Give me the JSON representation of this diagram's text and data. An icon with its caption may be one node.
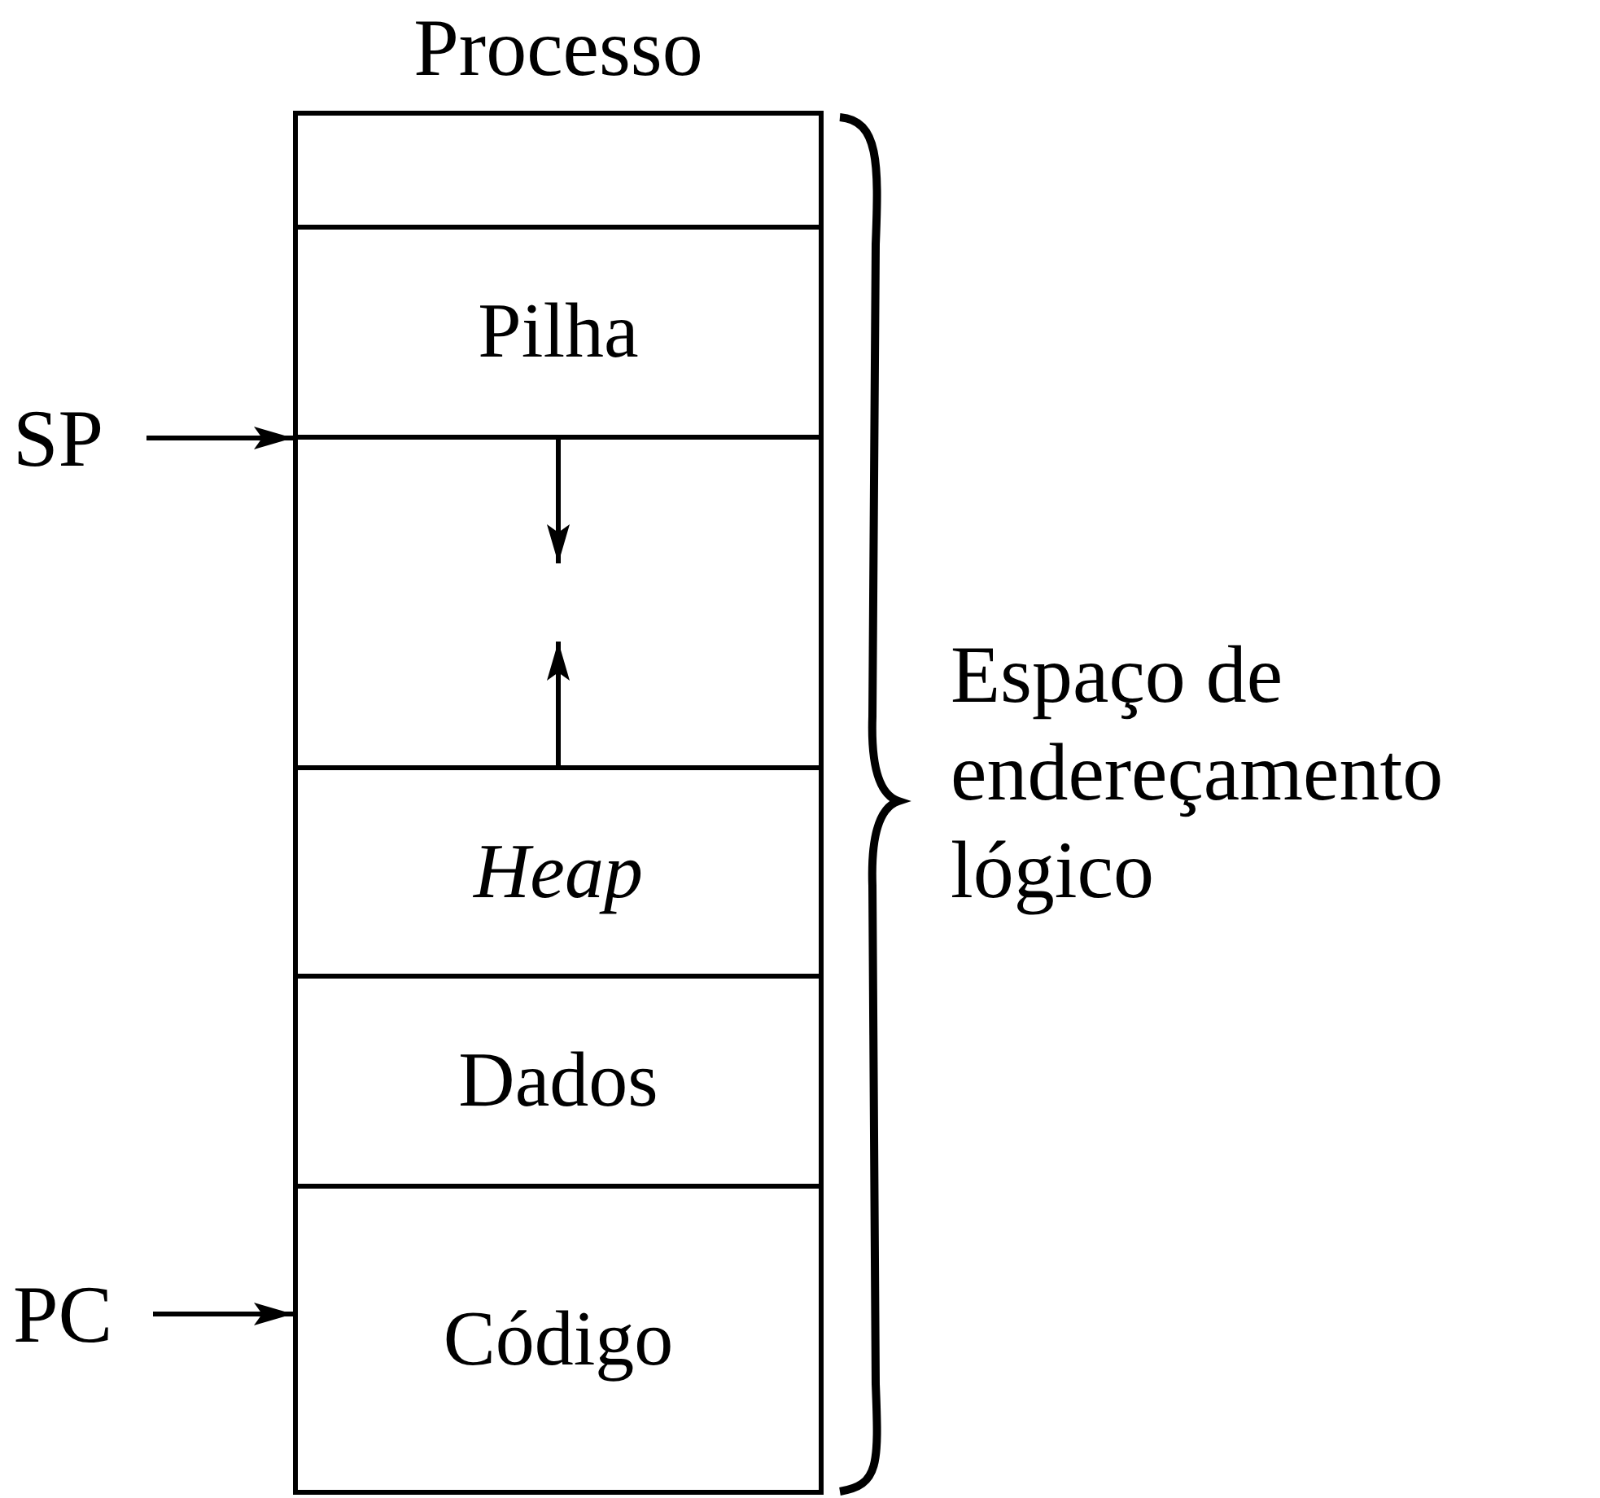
{
  "diagram": {
    "nodes": [
      {
        "text": [
          "Processo"
        ]
      },
      {
        "text": [],
        "shape": "box",
        "in": 0
      },
      {
        "text": [
          "Pilha"
        ],
        "in": 0
      },
      {
        "text": [],
        "shape": "box",
        "in": 0
      },
      {
        "text": [
          "Heap"
        ],
        "in": 0
      },
      {
        "text": [
          "Dados"
        ],
        "in": 0
      },
      {
        "text": [
          "Código"
        ],
        "in": 0
      },
      {
        "text": [
          "SP"
        ]
      },
      {
        "text": [
          "PC"
        ]
      }
    ],
    "edges": [
      {
        "from": 7,
        "to": 3,
        "arrow": "to"
      },
      {
        "from": 8,
        "to": 6,
        "arrow": "to"
      },
      {
        "from": 2,
        "to": 3,
        "arrow": "to"
      },
      {
        "from": 4,
        "to": 3,
        "arrow": "to"
      }
    ],
    "labels": [
      "Espaço de endereçamento lógico"
    ]
  }
}
